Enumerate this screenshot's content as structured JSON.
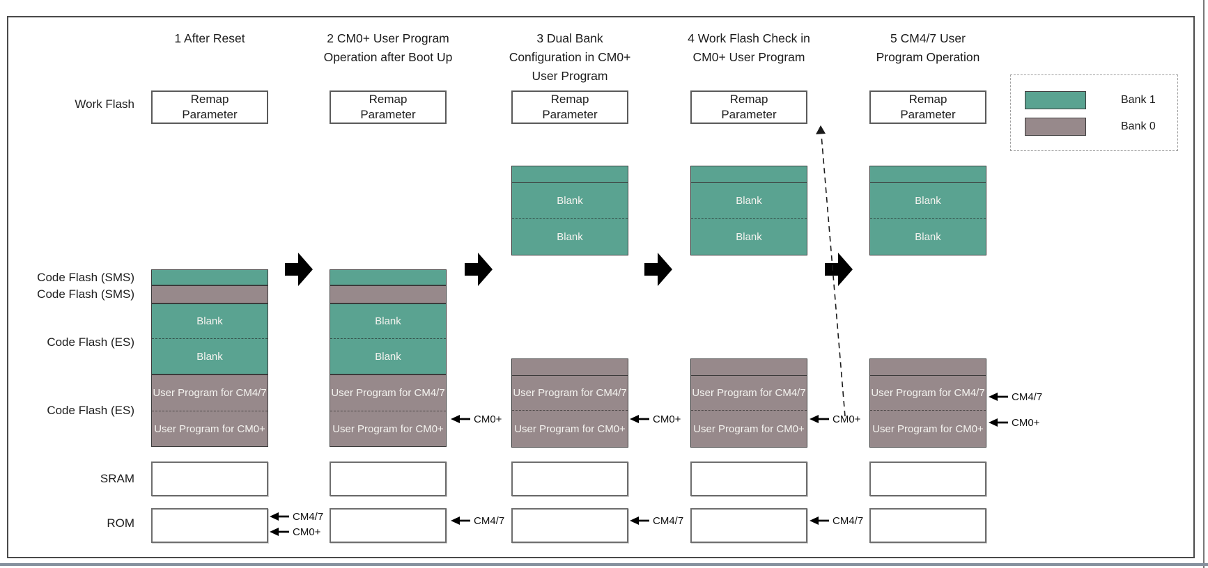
{
  "figure": {
    "columns": [
      {
        "title": "1 After Reset"
      },
      {
        "title": "2 CM0+ User Program\nOperation after Boot Up"
      },
      {
        "title": "3 Dual Bank\nConfiguration in CM0+\nUser Program"
      },
      {
        "title": "4 Work Flash Check in\nCM0+ User Program"
      },
      {
        "title": "5 CM4/7 User\nProgram Operation"
      }
    ],
    "row_labels": {
      "work_flash": "Work Flash",
      "code_flash_sms_1": "Code Flash (SMS)",
      "code_flash_sms_2": "Code Flash (SMS)",
      "code_flash_es_1": "Code Flash (ES)",
      "code_flash_es_2": "Code Flash (ES)",
      "sram": "SRAM",
      "rom": "ROM"
    },
    "labels": {
      "remap": "Remap\nParameter",
      "blank": "Blank",
      "user_program_cm47": "User Program for CM4/7",
      "user_program_cm0": "User Program for CM0+",
      "cm47": "CM4/7",
      "cm0": "CM0+"
    },
    "legend": {
      "items": [
        {
          "label": "Bank 1",
          "color": "#5AA391"
        },
        {
          "label": "Bank 0",
          "color": "#97898B"
        }
      ]
    },
    "colors": {
      "bank1": "#5AA391",
      "bank0": "#97898B",
      "block_border": "#3B3B3B",
      "frame_border": "#4A4A4A",
      "white_box_border": "#6E6E6E",
      "bottom_edge_line": "#86919E"
    }
  }
}
